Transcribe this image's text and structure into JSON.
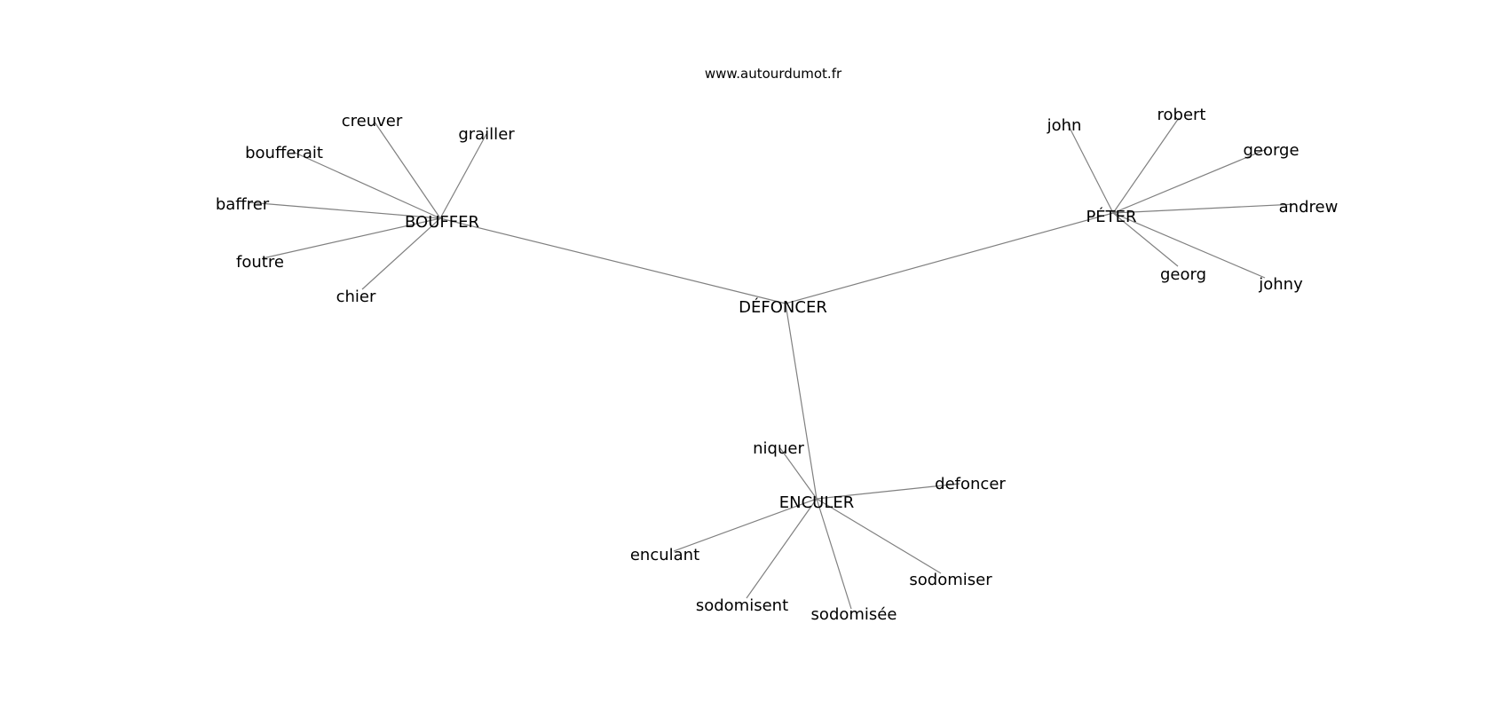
{
  "source": "www.autourdumot.fr",
  "colors": {
    "background": "#ffffff",
    "edge": "#808080",
    "text": "#000000"
  },
  "nodes": [
    {
      "id": "defoncer_center",
      "label": "DÉFONCER",
      "kind": "center"
    },
    {
      "id": "bouffer",
      "label": "BOUFFER",
      "kind": "hub"
    },
    {
      "id": "peter",
      "label": "PÉTER",
      "kind": "hub"
    },
    {
      "id": "enculer",
      "label": "ENCULER",
      "kind": "hub"
    },
    {
      "id": "creuver",
      "label": "creuver",
      "kind": "leaf"
    },
    {
      "id": "grailler",
      "label": "grailler",
      "kind": "leaf"
    },
    {
      "id": "boufferait",
      "label": "boufferait",
      "kind": "leaf"
    },
    {
      "id": "baffrer",
      "label": "baffrer",
      "kind": "leaf"
    },
    {
      "id": "foutre",
      "label": "foutre",
      "kind": "leaf"
    },
    {
      "id": "chier",
      "label": "chier",
      "kind": "leaf"
    },
    {
      "id": "john",
      "label": "john",
      "kind": "leaf"
    },
    {
      "id": "robert",
      "label": "robert",
      "kind": "leaf"
    },
    {
      "id": "george",
      "label": "george",
      "kind": "leaf"
    },
    {
      "id": "andrew",
      "label": "andrew",
      "kind": "leaf"
    },
    {
      "id": "georg",
      "label": "georg",
      "kind": "leaf"
    },
    {
      "id": "johny",
      "label": "johny",
      "kind": "leaf"
    },
    {
      "id": "niquer",
      "label": "niquer",
      "kind": "leaf"
    },
    {
      "id": "defoncer_leaf",
      "label": "defoncer",
      "kind": "leaf"
    },
    {
      "id": "enculant",
      "label": "enculant",
      "kind": "leaf"
    },
    {
      "id": "sodomisent",
      "label": "sodomisent",
      "kind": "leaf"
    },
    {
      "id": "sodomisee",
      "label": "sodomisée",
      "kind": "leaf"
    },
    {
      "id": "sodomiser",
      "label": "sodomiser",
      "kind": "leaf"
    }
  ],
  "edges": [
    [
      "defoncer_center",
      "bouffer"
    ],
    [
      "defoncer_center",
      "peter"
    ],
    [
      "defoncer_center",
      "enculer"
    ],
    [
      "bouffer",
      "creuver"
    ],
    [
      "bouffer",
      "grailler"
    ],
    [
      "bouffer",
      "boufferait"
    ],
    [
      "bouffer",
      "baffrer"
    ],
    [
      "bouffer",
      "foutre"
    ],
    [
      "bouffer",
      "chier"
    ],
    [
      "peter",
      "john"
    ],
    [
      "peter",
      "robert"
    ],
    [
      "peter",
      "george"
    ],
    [
      "peter",
      "andrew"
    ],
    [
      "peter",
      "georg"
    ],
    [
      "peter",
      "johny"
    ],
    [
      "enculer",
      "niquer"
    ],
    [
      "enculer",
      "defoncer_leaf"
    ],
    [
      "enculer",
      "enculant"
    ],
    [
      "enculer",
      "sodomisent"
    ],
    [
      "enculer",
      "sodomisee"
    ],
    [
      "enculer",
      "sodomiser"
    ]
  ]
}
